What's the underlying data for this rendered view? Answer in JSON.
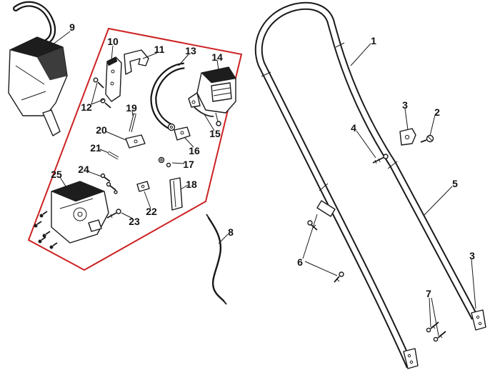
{
  "figure": {
    "background": "#ffffff",
    "line_color": "#1a1a1a",
    "highlight_box_color": "#cc2222"
  },
  "parts": [
    {
      "num": "9"
    },
    {
      "num": "10"
    },
    {
      "num": "11"
    },
    {
      "num": "13"
    },
    {
      "num": "14"
    },
    {
      "num": "12"
    },
    {
      "num": "19"
    },
    {
      "num": "20"
    },
    {
      "num": "21"
    },
    {
      "num": "15"
    },
    {
      "num": "16"
    },
    {
      "num": "17"
    },
    {
      "num": "24"
    },
    {
      "num": "25"
    },
    {
      "num": "18"
    },
    {
      "num": "22"
    },
    {
      "num": "23"
    },
    {
      "num": "8"
    },
    {
      "num": "1"
    },
    {
      "num": "3"
    },
    {
      "num": "2"
    },
    {
      "num": "4"
    },
    {
      "num": "5"
    },
    {
      "num": "6"
    },
    {
      "num": "7"
    },
    {
      "num": "3"
    }
  ]
}
